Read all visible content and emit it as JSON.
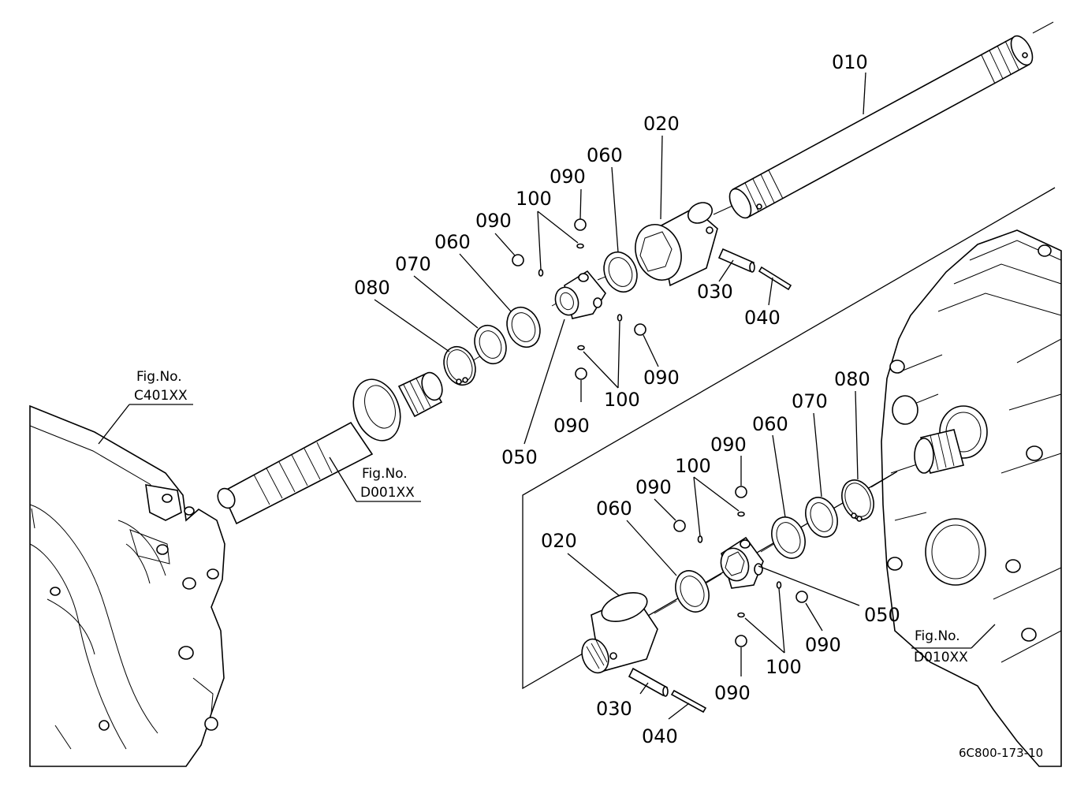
{
  "callouts": {
    "top": {
      "p010": "010",
      "p020": "020",
      "p030": "030",
      "p040": "040",
      "p050": "050",
      "p060a": "060",
      "p060b": "060",
      "p070": "070",
      "p080": "080",
      "p090a": "090",
      "p090b": "090",
      "p090c": "090",
      "p090d": "090",
      "p100a": "100",
      "p100b": "100"
    },
    "bottom": {
      "p020": "020",
      "p030": "030",
      "p040": "040",
      "p050": "050",
      "p060a": "060",
      "p060b": "060",
      "p070": "070",
      "p080": "080",
      "p090a": "090",
      "p090b": "090",
      "p090c": "090",
      "p090d": "090",
      "p100a": "100",
      "p100b": "100"
    }
  },
  "figure_refs": {
    "c401": {
      "label": "Fig.No.",
      "code": "C401XX"
    },
    "d001": {
      "label": "Fig.No.",
      "code": "D001XX"
    },
    "d010": {
      "label": "Fig.No.",
      "code": "D010XX"
    }
  },
  "doc_id": "6C800-173-10"
}
